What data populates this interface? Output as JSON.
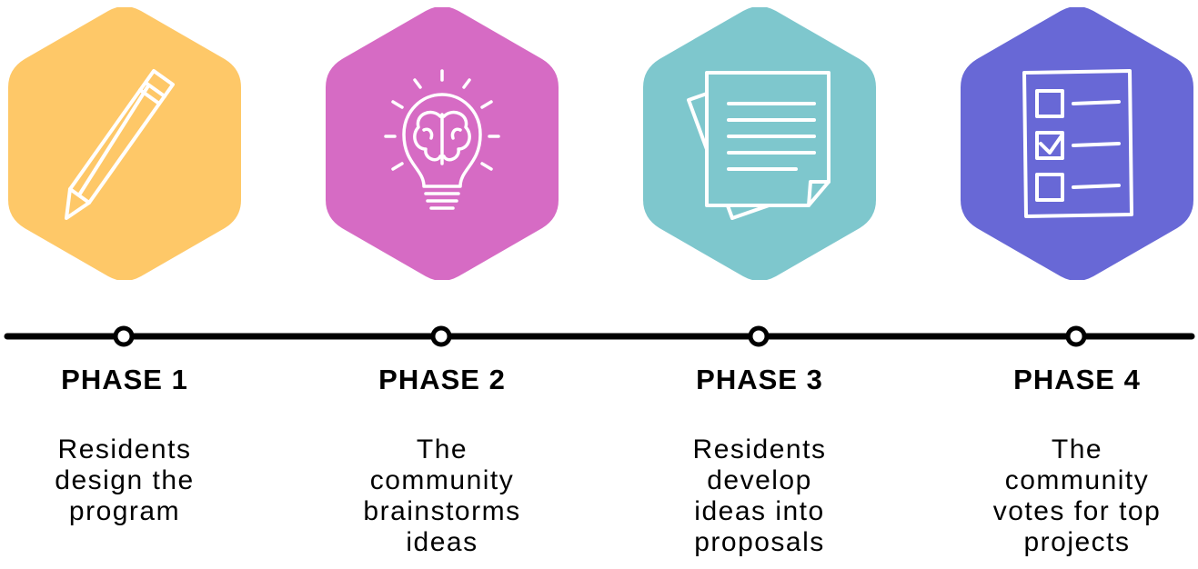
{
  "colors": {
    "phase1": "#FEC868",
    "phase2": "#D66BC4",
    "phase3": "#7EC7CD",
    "phase4": "#6868D6",
    "icon": "#ffffff",
    "timeline": "#000000"
  },
  "phases": [
    {
      "title": "PHASE 1",
      "icon": "pencil-icon",
      "description": [
        "Residents",
        "design the",
        "program"
      ]
    },
    {
      "title": "PHASE 2",
      "icon": "lightbulb-brain-icon",
      "description": [
        "The",
        "community",
        "brainstorms",
        "ideas"
      ]
    },
    {
      "title": "PHASE 3",
      "icon": "documents-icon",
      "description": [
        "Residents",
        "develop",
        "ideas into",
        "proposals"
      ]
    },
    {
      "title": "PHASE 4",
      "icon": "checklist-icon",
      "description": [
        "The",
        "community",
        "votes for top",
        "projects"
      ]
    }
  ]
}
